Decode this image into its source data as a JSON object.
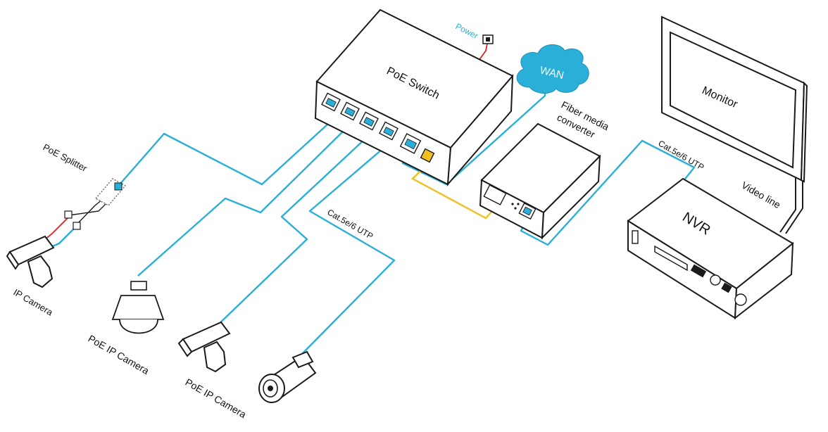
{
  "colors": {
    "cable": "#2ab0d8",
    "fiber": "#f0c020",
    "power_wire": "#e02020",
    "power_label": "#2ab0d8",
    "cloud_fill": "#2ab0d8",
    "outline": "#1a1a1a"
  },
  "labels": {
    "poe_switch": "PoE  Switch",
    "power": "Power",
    "wan": "WAN",
    "fiber_converter_line1": "Fiber media",
    "fiber_converter_line2": "converter",
    "monitor": "Monitor",
    "nvr": "NVR",
    "video_line": "Video line",
    "cable_top": "Cat.5e/6 UTP",
    "cable_mid": "Cat.5e/6 UTP",
    "poe_splitter": "PoE Splitter",
    "ip_camera": "IP Camera",
    "poe_ip_camera_dome": "PoE IP Camera",
    "poe_ip_camera_box": "PoE IP Camera"
  },
  "icons": {
    "switch": "poe-switch-icon",
    "cloud": "wan-cloud-icon",
    "converter": "fiber-converter-icon",
    "monitor": "monitor-icon",
    "nvr": "nvr-recorder-icon",
    "splitter": "poe-splitter-icon",
    "ip_camera": "box-camera-icon",
    "dome_camera": "dome-camera-icon",
    "bullet_camera": "bullet-camera-icon",
    "power_socket": "power-socket-icon"
  }
}
